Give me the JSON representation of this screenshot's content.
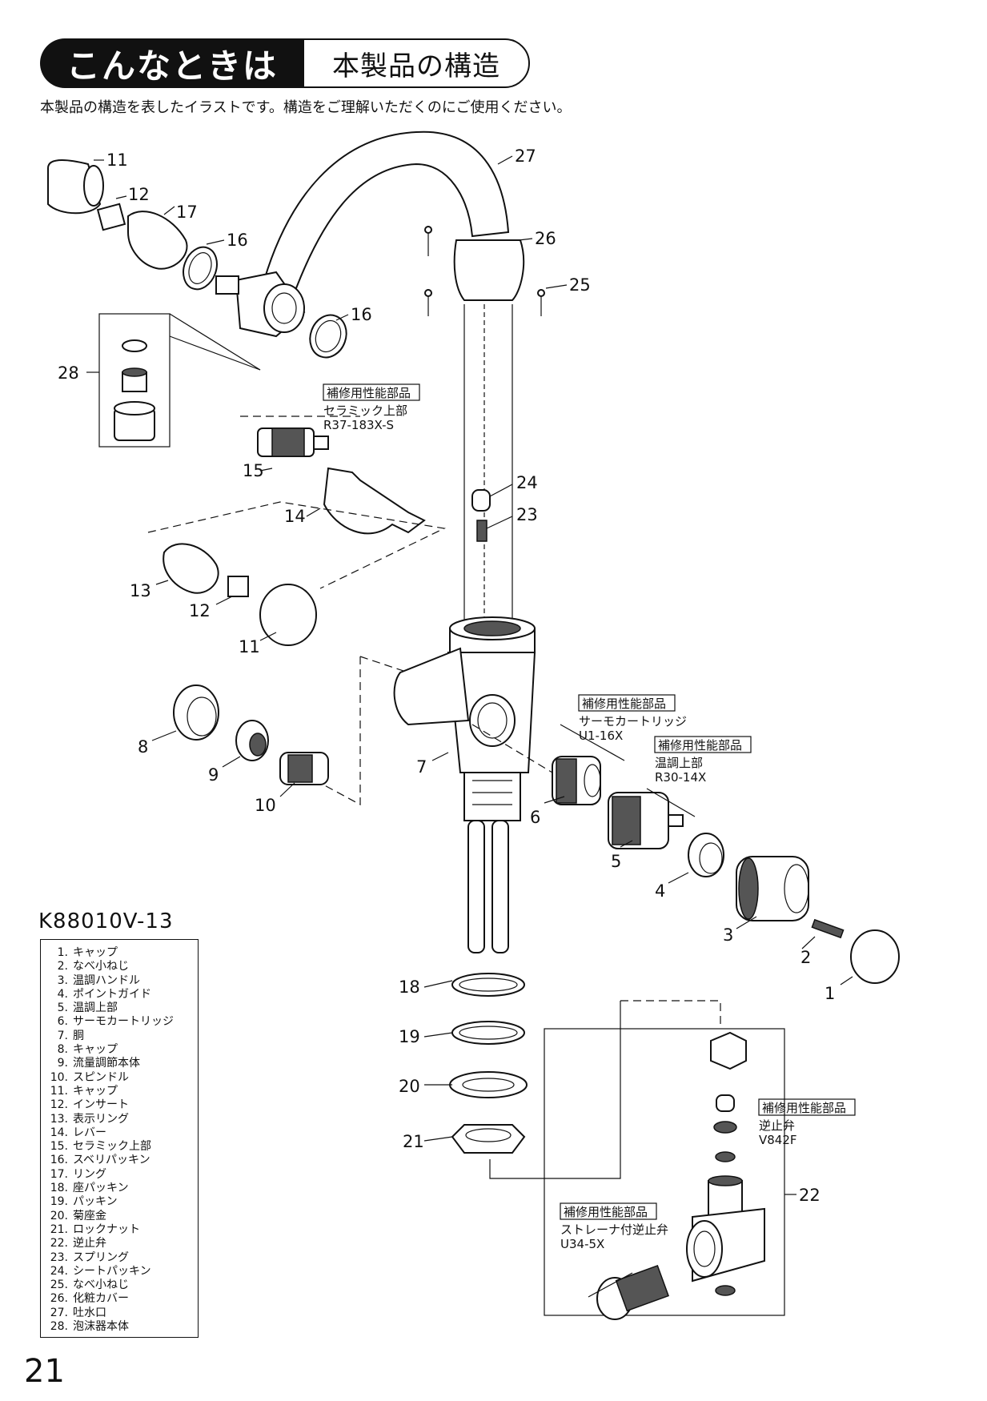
{
  "header": {
    "left_label": "こんなときは",
    "right_label": "本製品の構造"
  },
  "intro": "本製品の構造を表したイラストです。構造をご理解いただくのにご使用ください。",
  "model": "K88010V-13",
  "page_number": "21",
  "callouts": {
    "c1": {
      "tag": "補修用性能部品",
      "line1": "セラミック上部",
      "line2": "R37-183X-S"
    },
    "c2": {
      "tag": "補修用性能部品",
      "line1": "サーモカートリッジ",
      "line2": "U1-16X"
    },
    "c3": {
      "tag": "補修用性能部品",
      "line1": "温調上部",
      "line2": "R30-14X"
    },
    "c4": {
      "tag": "補修用性能部品",
      "line1": "逆止弁",
      "line2": "V842F"
    },
    "c5": {
      "tag": "補修用性能部品",
      "line1": "ストレーナ付逆止弁",
      "line2": "U34-5X"
    }
  },
  "labels": {
    "n1": "1",
    "n2": "2",
    "n3": "3",
    "n4": "4",
    "n5": "5",
    "n6": "6",
    "n7": "7",
    "n8": "8",
    "n9": "9",
    "n10": "10",
    "n11a": "11",
    "n11b": "11",
    "n12a": "12",
    "n12b": "12",
    "n13": "13",
    "n14": "14",
    "n15": "15",
    "n16a": "16",
    "n16b": "16",
    "n17": "17",
    "n18": "18",
    "n19": "19",
    "n20": "20",
    "n21": "21",
    "n22": "22",
    "n23": "23",
    "n24": "24",
    "n25": "25",
    "n26": "26",
    "n27": "27",
    "n28": "28"
  },
  "parts_list": [
    {
      "no": "1.",
      "name": "キャップ"
    },
    {
      "no": "2.",
      "name": "なべ小ねじ"
    },
    {
      "no": "3.",
      "name": "温調ハンドル"
    },
    {
      "no": "4.",
      "name": "ポイントガイド"
    },
    {
      "no": "5.",
      "name": "温調上部"
    },
    {
      "no": "6.",
      "name": "サーモカートリッジ"
    },
    {
      "no": "7.",
      "name": "胴"
    },
    {
      "no": "8.",
      "name": "キャップ"
    },
    {
      "no": "9.",
      "name": "流量調節本体"
    },
    {
      "no": "10.",
      "name": "スピンドル"
    },
    {
      "no": "11.",
      "name": "キャップ"
    },
    {
      "no": "12.",
      "name": "インサート"
    },
    {
      "no": "13.",
      "name": "表示リング"
    },
    {
      "no": "14.",
      "name": "レバー"
    },
    {
      "no": "15.",
      "name": "セラミック上部"
    },
    {
      "no": "16.",
      "name": "スベリパッキン"
    },
    {
      "no": "17.",
      "name": "リング"
    },
    {
      "no": "18.",
      "name": "座パッキン"
    },
    {
      "no": "19.",
      "name": "パッキン"
    },
    {
      "no": "20.",
      "name": "菊座金"
    },
    {
      "no": "21.",
      "name": "ロックナット"
    },
    {
      "no": "22.",
      "name": "逆止弁"
    },
    {
      "no": "23.",
      "name": "スプリング"
    },
    {
      "no": "24.",
      "name": "シートパッキン"
    },
    {
      "no": "25.",
      "name": "なべ小ねじ"
    },
    {
      "no": "26.",
      "name": "化粧カバー"
    },
    {
      "no": "27.",
      "name": "吐水口"
    },
    {
      "no": "28.",
      "name": "泡沫器本体"
    }
  ]
}
